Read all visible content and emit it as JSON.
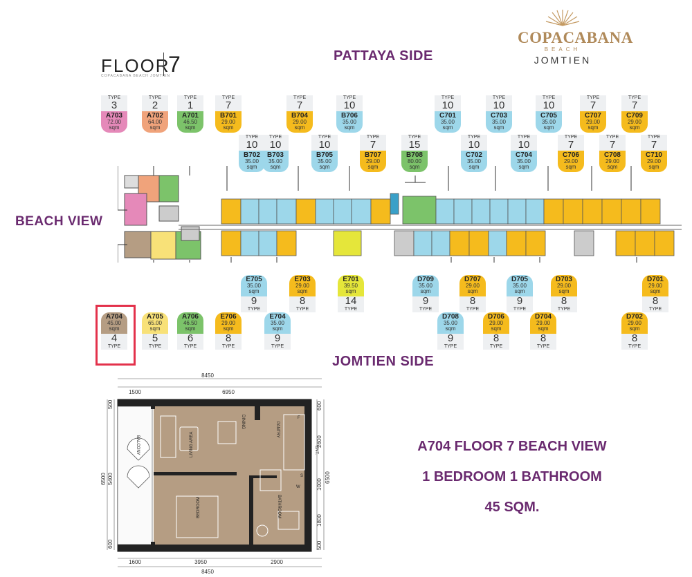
{
  "header": {
    "floor_label": "FLOOR",
    "floor_number": "7",
    "floor_sub": "COPACABANA BEACH JOMTIEN",
    "brand": "COPACABANA",
    "brand_beach": "BEACH",
    "brand_location": "JOMTIEN"
  },
  "orientation": {
    "pattaya_side": "PATTAYA SIDE",
    "jomtien_side": "JOMTIEN SIDE",
    "beach_view": "BEACH VIEW"
  },
  "type_label": "TYPE",
  "unit_suffix": "sqm",
  "top_units": [
    {
      "code": "A703",
      "area": "72.00",
      "type": "3",
      "color": "#e589b9"
    },
    {
      "code": "A702",
      "area": "64.00",
      "type": "2",
      "color": "#f0a37b"
    },
    {
      "code": "A701",
      "area": "46.50",
      "type": "1",
      "color": "#7cc36a"
    },
    {
      "code": "B701",
      "area": "29.00",
      "type": "7",
      "color": "#f5bb1d"
    },
    {
      "code": "B702",
      "area": "35.00",
      "type": "10",
      "color": "#9dd7ea"
    },
    {
      "code": "B703",
      "area": "35.00",
      "type": "10",
      "color": "#9dd7ea"
    },
    {
      "code": "B704",
      "area": "29.00",
      "type": "7",
      "color": "#f5bb1d"
    },
    {
      "code": "B705",
      "area": "35.00",
      "type": "10",
      "color": "#9dd7ea"
    },
    {
      "code": "B706",
      "area": "35.00",
      "type": "10",
      "color": "#9dd7ea"
    },
    {
      "code": "B707",
      "area": "29.00",
      "type": "7",
      "color": "#f5bb1d"
    },
    {
      "code": "B708",
      "area": "80.00",
      "type": "15",
      "color": "#7cc36a"
    },
    {
      "code": "C701",
      "area": "35.00",
      "type": "10",
      "color": "#9dd7ea"
    },
    {
      "code": "C702",
      "area": "35.00",
      "type": "10",
      "color": "#9dd7ea"
    },
    {
      "code": "C703",
      "area": "35.00",
      "type": "10",
      "color": "#9dd7ea"
    },
    {
      "code": "C704",
      "area": "35.00",
      "type": "10",
      "color": "#9dd7ea"
    },
    {
      "code": "C705",
      "area": "35.00",
      "type": "10",
      "color": "#9dd7ea"
    },
    {
      "code": "C706",
      "area": "29.00",
      "type": "7",
      "color": "#f5bb1d"
    },
    {
      "code": "C707",
      "area": "29.00",
      "type": "7",
      "color": "#f5bb1d"
    },
    {
      "code": "C708",
      "area": "29.00",
      "type": "7",
      "color": "#f5bb1d"
    },
    {
      "code": "C709",
      "area": "29.00",
      "type": "7",
      "color": "#f5bb1d"
    },
    {
      "code": "C710",
      "area": "29.00",
      "type": "7",
      "color": "#f5bb1d"
    }
  ],
  "bottom_units": [
    {
      "code": "A704",
      "area": "45.00",
      "type": "4",
      "color": "#b59d83"
    },
    {
      "code": "A705",
      "area": "65.00",
      "type": "5",
      "color": "#f8e178"
    },
    {
      "code": "A706",
      "area": "46.50",
      "type": "6",
      "color": "#7cc36a"
    },
    {
      "code": "E706",
      "area": "29.00",
      "type": "8",
      "color": "#f5bb1d"
    },
    {
      "code": "E705",
      "area": "35.00",
      "type": "9",
      "color": "#9dd7ea"
    },
    {
      "code": "E704",
      "area": "35.00",
      "type": "9",
      "color": "#9dd7ea"
    },
    {
      "code": "E703",
      "area": "29.00",
      "type": "8",
      "color": "#f5bb1d"
    },
    {
      "code": "E701",
      "area": "39.50",
      "type": "14",
      "color": "#e5e63a"
    },
    {
      "code": "D709",
      "area": "35.00",
      "type": "9",
      "color": "#9dd7ea"
    },
    {
      "code": "D708",
      "area": "35.00",
      "type": "9",
      "color": "#9dd7ea"
    },
    {
      "code": "D707",
      "area": "29.00",
      "type": "8",
      "color": "#f5bb1d"
    },
    {
      "code": "D706",
      "area": "29.00",
      "type": "8",
      "color": "#f5bb1d"
    },
    {
      "code": "D705",
      "area": "35.00",
      "type": "9",
      "color": "#9dd7ea"
    },
    {
      "code": "D704",
      "area": "29.00",
      "type": "8",
      "color": "#f5bb1d"
    },
    {
      "code": "D703",
      "area": "29.00",
      "type": "8",
      "color": "#f5bb1d"
    },
    {
      "code": "D702",
      "area": "29.00",
      "type": "8",
      "color": "#f5bb1d"
    },
    {
      "code": "D701",
      "area": "29.00",
      "type": "8",
      "color": "#f5bb1d"
    }
  ],
  "description": {
    "line1": "A704 FLOOR 7  BEACH VIEW",
    "line2": "1 BEDROOM 1 BATHROOM",
    "line3": "45 SQM."
  },
  "unit_plan": {
    "rooms": {
      "balcony": "BALCONY",
      "living": "LIVING AREA",
      "dining": "DINING",
      "pantry": "PANTRY",
      "bedroom": "BEDROOM",
      "bathroom": "BATHROOM",
      "entrance": "ENT.",
      "fridge": "F",
      "washer": "W",
      "storage": "S"
    },
    "dims_top": [
      "8450",
      "1500",
      "6950"
    ],
    "dims_bottom": [
      "1600",
      "3950",
      "2900",
      "8450"
    ],
    "dims_left": [
      "500",
      "6500",
      "5400",
      "600"
    ],
    "dims_right": [
      "600",
      "2600",
      "6500",
      "1000",
      "1800",
      "500"
    ]
  }
}
